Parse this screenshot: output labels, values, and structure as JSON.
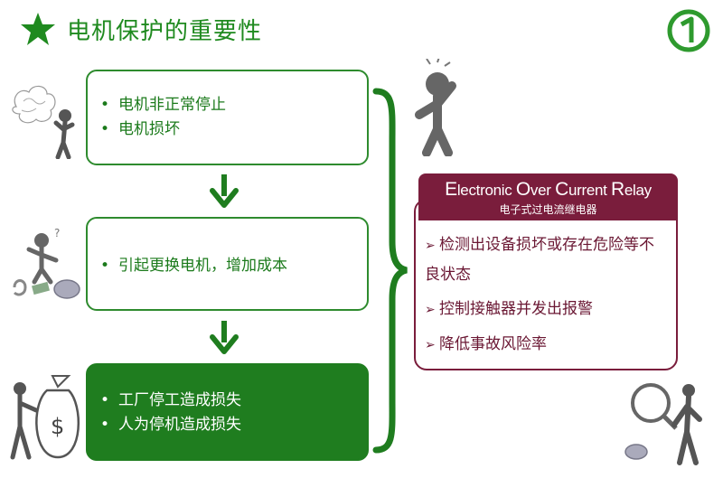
{
  "header": {
    "title": "电机保护的重要性",
    "star_icon": "star-icon",
    "logo_icon": "circle-one-logo",
    "accent_color": "#1f8a1f"
  },
  "flow": {
    "box1": {
      "items": [
        "电机非正常停止",
        "电机损坏"
      ]
    },
    "box2": {
      "items": [
        "引起更换电机，增加成本"
      ]
    },
    "box3": {
      "items": [
        "工厂停工造成损失",
        "人为停机造成损失"
      ]
    },
    "arrow_icon": "down-arrow-icon"
  },
  "relay": {
    "title_en": {
      "w1_cap": "E",
      "w1_rest": "lectronic",
      "w2_cap": "O",
      "w2_rest": "ver",
      "w3_cap": "C",
      "w3_rest": "urrent",
      "w4_cap": "R",
      "w4_rest": "elay"
    },
    "title_cn": "电子式过电流继电器",
    "items": [
      "检测出设备损坏或存在危险等不良状态",
      "控制接触器并发出报警",
      "降低事故风险率"
    ],
    "bullet_glyph": "➢",
    "header_color": "#7a1d3c"
  },
  "decor": {
    "bullet_glyph": "•",
    "figures": [
      "confused-thinker-figure",
      "idea-figure",
      "angry-tool-figure",
      "money-bag-figure",
      "magnifier-figure"
    ]
  }
}
